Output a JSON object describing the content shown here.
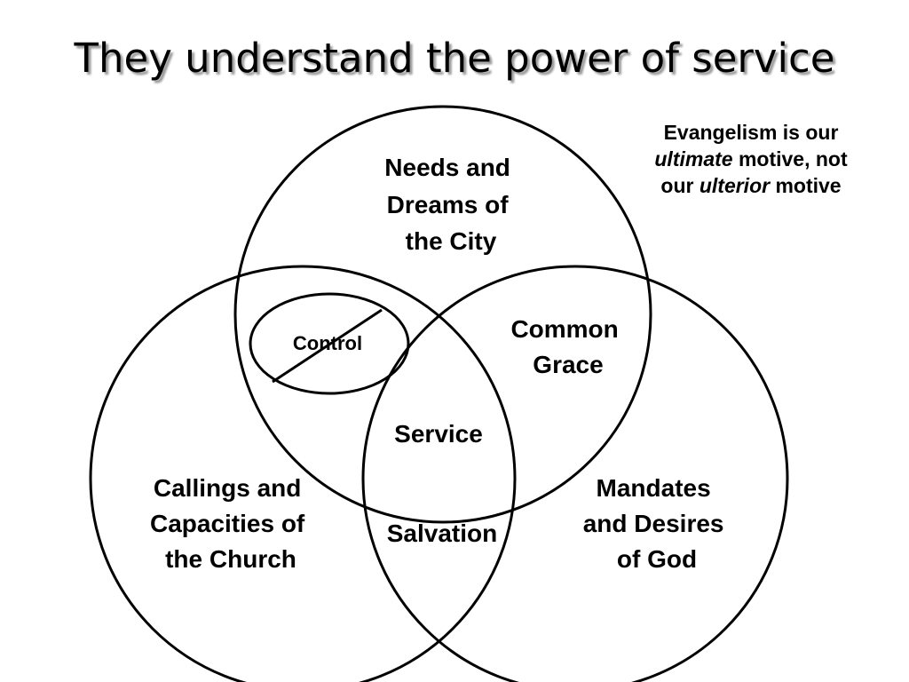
{
  "slide": {
    "title": "They understand the power of service",
    "note": {
      "line1": "Evangelism is our",
      "line2_em": "ultimate",
      "line2_rest": " motive, not",
      "line3_pre": "our ",
      "line3_em": "ulterior",
      "line3_rest": " motive"
    }
  },
  "diagram": {
    "circles": [
      {
        "name": "city",
        "lines": [
          "Needs and",
          "Dreams of",
          "the City"
        ]
      },
      {
        "name": "church",
        "lines": [
          "Callings and",
          "Capacities of",
          "the Church"
        ]
      },
      {
        "name": "god",
        "lines": [
          "Mandates",
          "and Desires",
          "of God"
        ]
      }
    ],
    "intersections": {
      "city_god": [
        "Common",
        "Grace"
      ],
      "center": "Service",
      "church_god": "Salvation",
      "city_church_crossed": "Control"
    },
    "stroke_color": "#000000"
  }
}
